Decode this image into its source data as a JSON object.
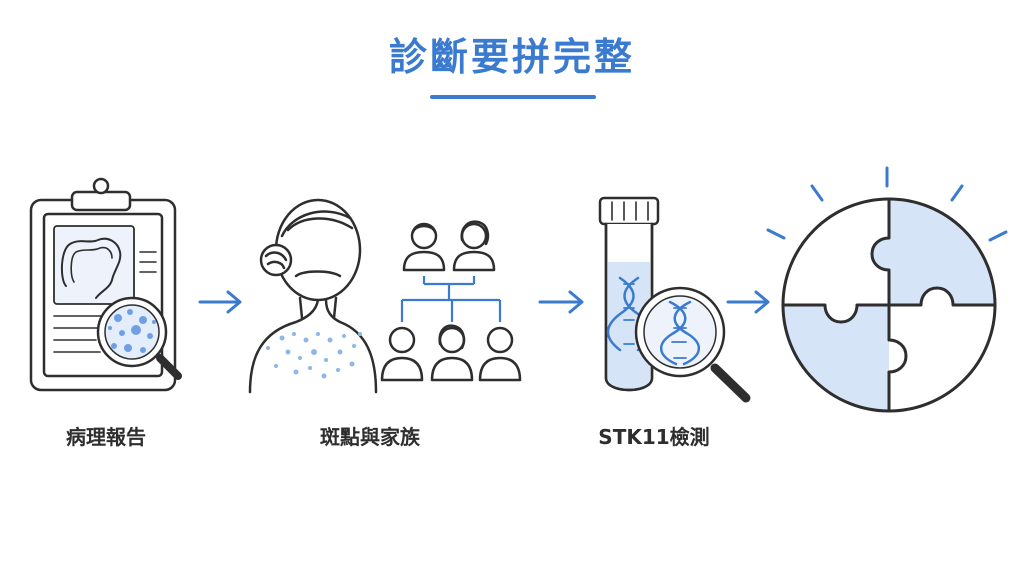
{
  "title": "診斷要拼完整",
  "steps": [
    {
      "label": "病理報告"
    },
    {
      "label": "斑點與家族"
    },
    {
      "label": "STK11檢測"
    },
    {
      "label": ""
    }
  ],
  "colors": {
    "accent": "#3a7bd0",
    "ink": "#2e2e2e",
    "tint": "#d6e4f8",
    "dot": "#8fb6ea",
    "background": "#ffffff"
  },
  "icons": [
    "clipboard-icon",
    "magnifier-icon",
    "woman-back-icon",
    "family-tree-icon",
    "test-tube-icon",
    "dna-icon",
    "puzzle-circle-icon",
    "arrow-right-icon"
  ]
}
